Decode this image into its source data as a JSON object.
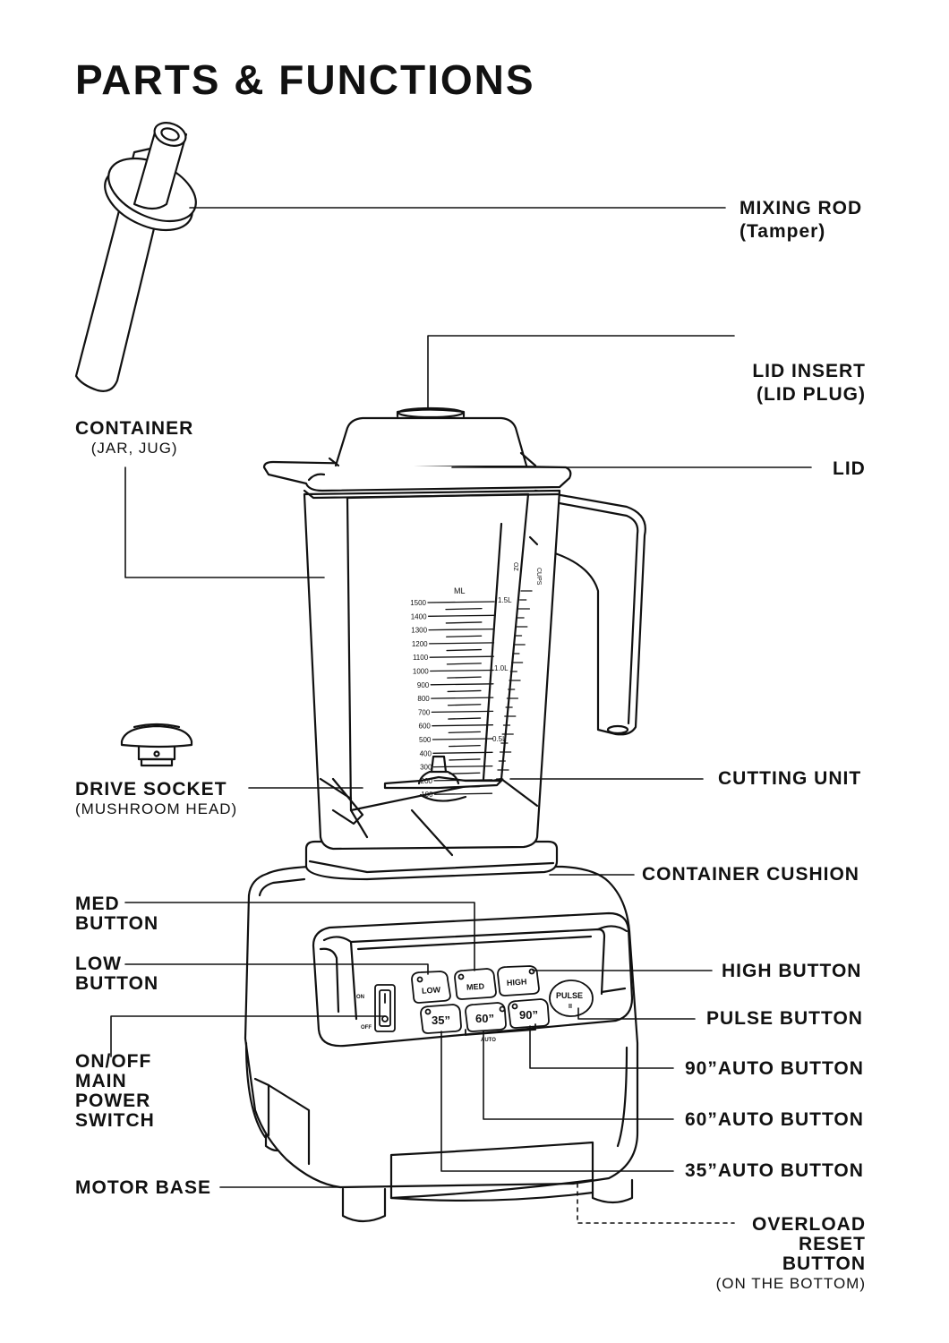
{
  "title": "PARTS & FUNCTIONS",
  "labels": {
    "mixing_rod": "MIXING ROD",
    "mixing_rod_sub": "(Tamper)",
    "lid_insert": "LID INSERT",
    "lid_insert_sub": "(LID PLUG)",
    "container": "CONTAINER",
    "container_sub": "(JAR, JUG)",
    "lid": "LID",
    "drive_socket": "DRIVE SOCKET",
    "drive_socket_sub": "(MUSHROOM HEAD)",
    "cutting_unit": "CUTTING UNIT",
    "container_cushion": "CONTAINER CUSHION",
    "med_button": [
      "MED",
      "BUTTON"
    ],
    "low_button": [
      "LOW",
      "BUTTON"
    ],
    "high_button": "HIGH BUTTON",
    "pulse_button": "PULSE BUTTON",
    "on_off_switch": [
      "ON/OFF",
      "MAIN",
      "POWER",
      "SWITCH"
    ],
    "auto90_button": "90”AUTO BUTTON",
    "auto60_button": "60”AUTO  BUTTON",
    "auto35_button": "35”AUTO  BUTTON",
    "motor_base": "MOTOR BASE",
    "overload_reset": [
      "OVERLOAD",
      "RESET",
      "BUTTON"
    ],
    "overload_reset_sub": "(ON THE BOTTOM)"
  },
  "panel": {
    "low": "LOW",
    "med": "MED",
    "high": "HIGH",
    "pulse": "PULSE",
    "pulse_mark": "II",
    "b35": "35”",
    "b60": "60”",
    "b90": "90”",
    "auto": "AUTO",
    "on": "ON",
    "off": "OFF"
  },
  "scale": {
    "unit_ml": "ML",
    "ml_marks": [
      "1500",
      "1400",
      "1300",
      "1200",
      "1100",
      "1000",
      "900",
      "800",
      "700",
      "600",
      "500",
      "400",
      "300",
      "200",
      "100"
    ],
    "liter_marks": [
      "1.5L",
      "1.0L",
      "0.5L"
    ],
    "unit_oz": "OZ",
    "unit_cups": "CUPS"
  }
}
